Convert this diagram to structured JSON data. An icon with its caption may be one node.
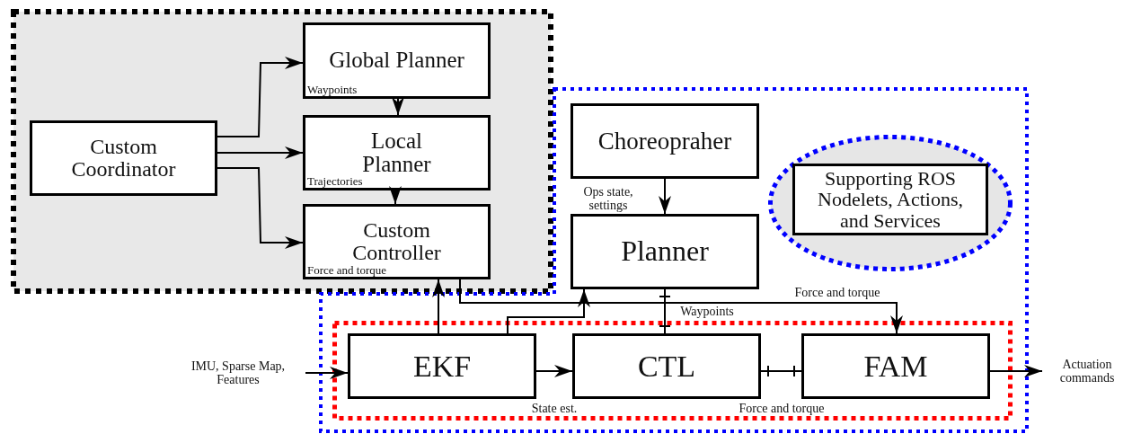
{
  "diagram": {
    "nodes": [
      {
        "text": [],
        "shape": "box"
      },
      {
        "text": [
          "Custom Coordinator"
        ],
        "in": 0
      },
      {
        "text": [
          "Global Planner",
          "Waypoints"
        ],
        "in": 0
      },
      {
        "text": [
          "Local Planner",
          "Trajectories"
        ],
        "in": 0
      },
      {
        "text": [
          "Custom Controller",
          "Force and torque"
        ],
        "in": 0
      },
      {
        "text": [],
        "shape": "box"
      },
      {
        "text": [
          "Choreopraher"
        ],
        "in": 5
      },
      {
        "text": [
          "Planner"
        ],
        "in": 5
      },
      {
        "text": [],
        "shape": "ellipse",
        "in": 5
      },
      {
        "text": [
          "Supporting ROS Nodelets, Actions, and Services"
        ],
        "in": 8
      },
      {
        "text": [
          "IMU, Sparse Map, Features"
        ]
      },
      {
        "text": [],
        "shape": "box",
        "in": 5
      },
      {
        "text": [
          "EKF"
        ],
        "in": 11
      },
      {
        "text": [
          "CTL"
        ],
        "in": 11
      },
      {
        "text": [
          "FAM"
        ],
        "in": 11
      },
      {
        "text": [
          "Actuation commands"
        ]
      }
    ],
    "edges": [
      {
        "from": 1,
        "to": 2,
        "arrow": "to"
      },
      {
        "from": 1,
        "to": 3,
        "arrow": "to"
      },
      {
        "from": 1,
        "to": 4,
        "arrow": "to"
      },
      {
        "from": 2,
        "to": 3,
        "arrow": "to"
      },
      {
        "from": 3,
        "to": 4,
        "arrow": "to"
      },
      {
        "from": 4,
        "to": 14,
        "arrow": "to",
        "label": "Force and torque"
      },
      {
        "from": 12,
        "to": 4,
        "arrow": "to"
      },
      {
        "from": 12,
        "to": 7,
        "arrow": "to"
      },
      {
        "from": 7,
        "to": 13,
        "arrow": "other",
        "label": "Waypoints"
      },
      {
        "from": 6,
        "to": 7,
        "arrow": "to",
        "label": "Ops state, settings"
      },
      {
        "from": 12,
        "to": 13,
        "arrow": "to",
        "label": "State est."
      },
      {
        "from": 13,
        "to": 14,
        "arrow": "other",
        "label": "Force and torque"
      },
      {
        "from": 10,
        "to": 12,
        "arrow": "to"
      },
      {
        "from": 14,
        "to": 15,
        "arrow": "to"
      }
    ]
  }
}
